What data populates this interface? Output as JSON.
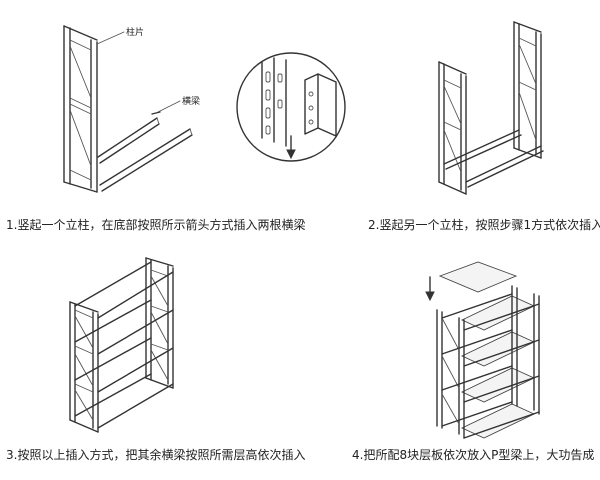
{
  "steps": [
    {
      "caption": "1.竖起一个立柱，在底部按照所示箭头方式插入两根横梁"
    },
    {
      "caption": "2.竖起另一个立柱，按照步骤1方式依次插入"
    },
    {
      "caption": "3.按照以上插入方式，把其余横梁按照所需层高依次插入"
    },
    {
      "caption": "4.把所配8块层板依次放入P型梁上，大功告成"
    }
  ],
  "labels": {
    "upright": "柱片",
    "beam": "横梁"
  }
}
